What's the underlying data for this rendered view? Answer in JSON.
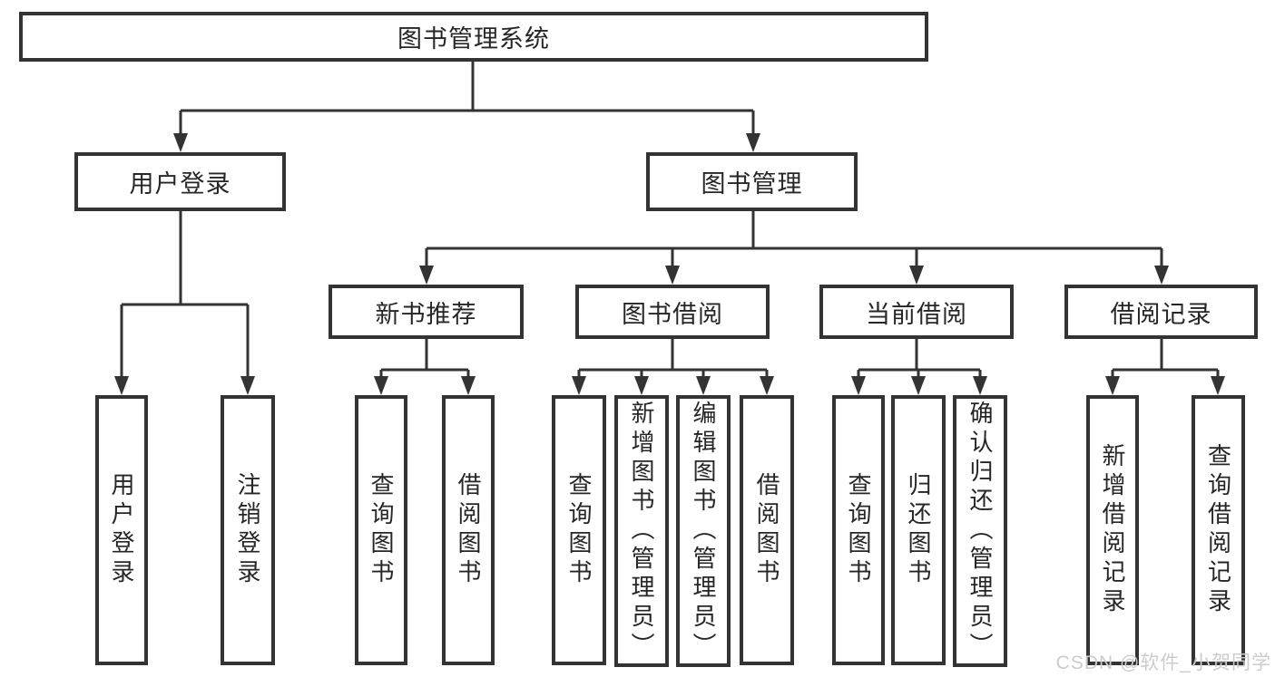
{
  "colors": {
    "line": "#333333",
    "text": "#262626",
    "box_bg": "#ffffff",
    "background": "#ffffff",
    "watermark": "#cccccc"
  },
  "watermark": "CSDN @软件_小贺同学",
  "tree": {
    "label": "图书管理系统",
    "children": [
      {
        "label": "用户登录",
        "children": [
          {
            "label": "用户登录"
          },
          {
            "label": "注销登录"
          }
        ]
      },
      {
        "label": "图书管理",
        "children": [
          {
            "label": "新书推荐",
            "children": [
              {
                "label": "查询图书"
              },
              {
                "label": "借阅图书"
              }
            ]
          },
          {
            "label": "图书借阅",
            "children": [
              {
                "label": "查询图书"
              },
              {
                "label": "新增图书（管理员）"
              },
              {
                "label": "编辑图书（管理员）"
              },
              {
                "label": "借阅图书"
              }
            ]
          },
          {
            "label": "当前借阅",
            "children": [
              {
                "label": "查询图书"
              },
              {
                "label": "归还图书"
              },
              {
                "label": "确认归还（管理员）"
              }
            ]
          },
          {
            "label": "借阅记录",
            "children": [
              {
                "label": "新增借阅记录"
              },
              {
                "label": "查询借阅记录"
              }
            ]
          }
        ]
      }
    ]
  }
}
